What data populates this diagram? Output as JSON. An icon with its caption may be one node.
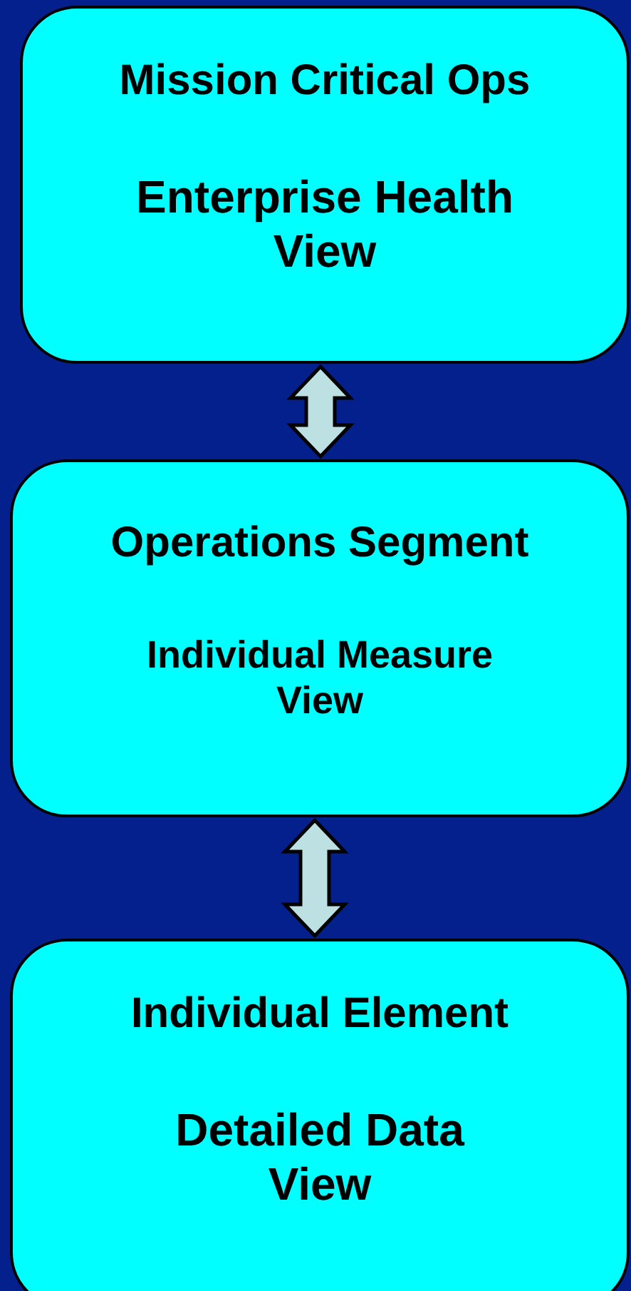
{
  "diagram": {
    "nodes": [
      {
        "text": [
          "Mission Critical Ops",
          "Enterprise Health View"
        ]
      },
      {
        "text": [
          "Operations Segment",
          "Individual Measure View"
        ]
      },
      {
        "text": [
          "Individual Element",
          "Detailed Data View"
        ]
      }
    ],
    "edges": [
      {
        "from": 0,
        "to": 1,
        "arrow": "both"
      },
      {
        "from": 1,
        "to": 2,
        "arrow": "both"
      }
    ]
  }
}
